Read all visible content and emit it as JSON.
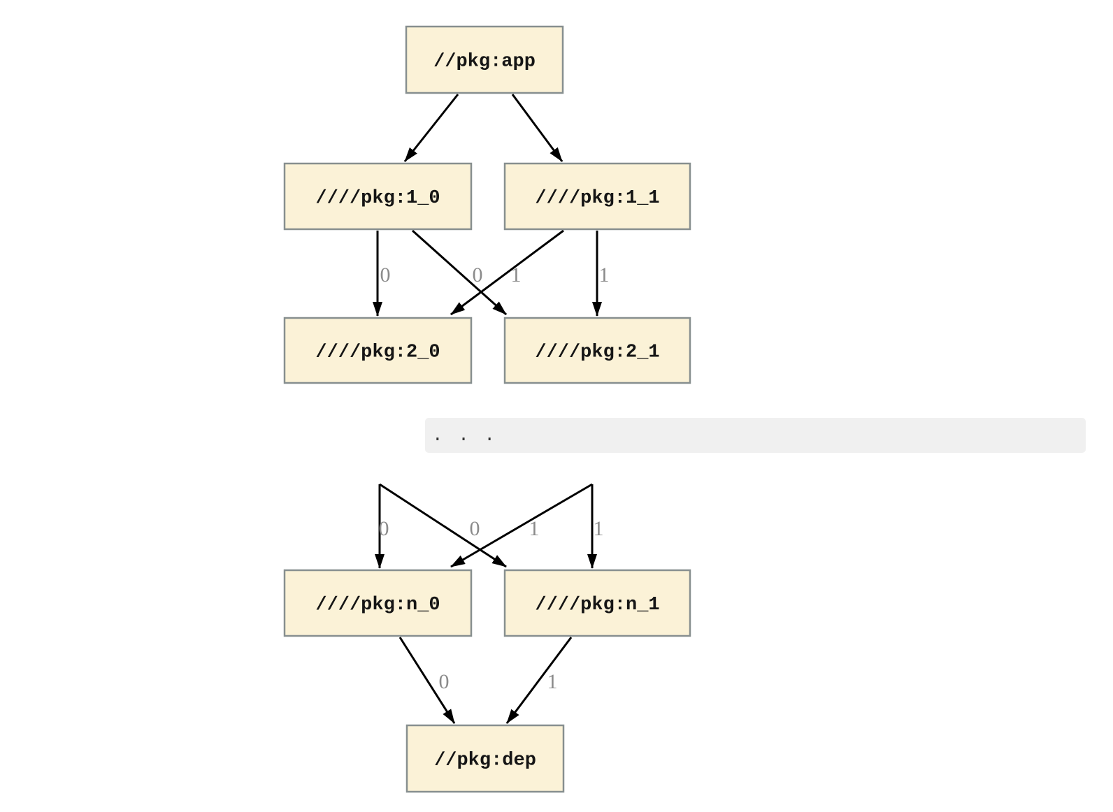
{
  "diagram": {
    "colors": {
      "background": "#ffffff",
      "node_fill": "#FBF2D7",
      "node_border": "#878F8F",
      "node_text": "#151515",
      "edge": "#000000",
      "edge_label": "#8B8B8B",
      "separator_bg": "#f0f0f0",
      "separator_text_color": "#333333"
    },
    "upper_graph": {
      "nodes": [
        {
          "id": "app",
          "label": "//pkg:app"
        },
        {
          "id": "1_0",
          "label": "////pkg:1_0"
        },
        {
          "id": "1_1",
          "label": "////pkg:1_1"
        },
        {
          "id": "2_0",
          "label": "////pkg:2_0"
        },
        {
          "id": "2_1",
          "label": "////pkg:2_1"
        }
      ],
      "edges": [
        {
          "from": "app",
          "to": "1_0",
          "label": ""
        },
        {
          "from": "app",
          "to": "1_1",
          "label": ""
        },
        {
          "from": "1_0",
          "to": "2_0",
          "label": "0"
        },
        {
          "from": "1_1",
          "to": "2_0",
          "label": "0"
        },
        {
          "from": "1_0",
          "to": "2_1",
          "label": "1"
        },
        {
          "from": "1_1",
          "to": "2_1",
          "label": "1"
        }
      ]
    },
    "separator": {
      "text": ". . ."
    },
    "lower_graph": {
      "nodes": [
        {
          "id": "n_0",
          "label": "////pkg:n_0"
        },
        {
          "id": "n_1",
          "label": "////pkg:n_1"
        },
        {
          "id": "dep",
          "label": "//pkg:dep"
        }
      ],
      "edges": [
        {
          "from": "",
          "to": "n_0",
          "label": "0"
        },
        {
          "from": "",
          "to": "n_0",
          "label": "0"
        },
        {
          "from": "",
          "to": "n_1",
          "label": "1"
        },
        {
          "from": "",
          "to": "n_1",
          "label": "1"
        },
        {
          "from": "n_0",
          "to": "dep",
          "label": "0"
        },
        {
          "from": "n_1",
          "to": "dep",
          "label": "1"
        }
      ]
    }
  }
}
